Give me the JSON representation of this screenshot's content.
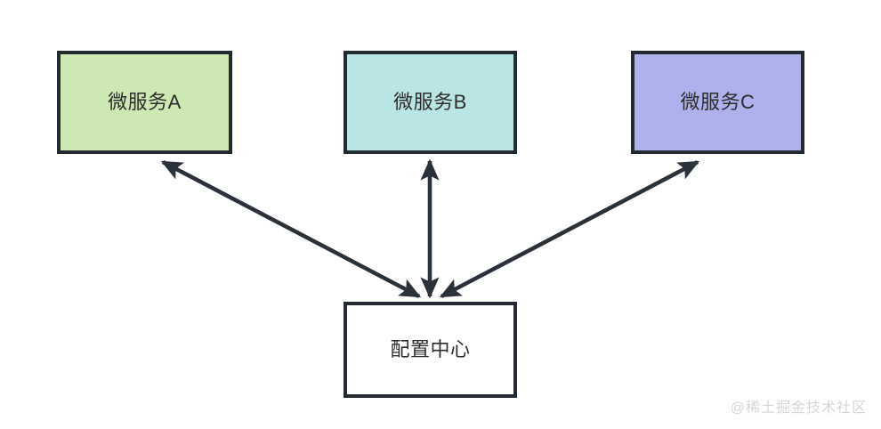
{
  "diagram": {
    "title": "",
    "background_color": "#ffffff",
    "stroke_color": "#242a31",
    "text_color": "#2d2d2d",
    "nodes": [
      {
        "id": "service-a",
        "label": "微服务A",
        "fill": "#cee8b4",
        "border": "#242a31"
      },
      {
        "id": "service-b",
        "label": "微服务B",
        "fill": "#b9e5e4",
        "border": "#242a31"
      },
      {
        "id": "service-c",
        "label": "微服务C",
        "fill": "#aeb1ec",
        "border": "#242a31"
      },
      {
        "id": "config-center",
        "label": "配置中心",
        "fill": "#ffffff",
        "border": "#242a31"
      }
    ],
    "edges": [
      {
        "id": "edge-config-service-a",
        "from": "config-center",
        "to": "service-a",
        "direction": "bidirectional",
        "label": ""
      },
      {
        "id": "edge-config-service-b",
        "from": "config-center",
        "to": "service-b",
        "direction": "bidirectional",
        "label": ""
      },
      {
        "id": "edge-config-service-c",
        "from": "config-center",
        "to": "service-c",
        "direction": "bidirectional",
        "label": ""
      }
    ]
  },
  "watermark": {
    "text": "@稀土掘金技术社区",
    "color": "#d6d6d6"
  }
}
